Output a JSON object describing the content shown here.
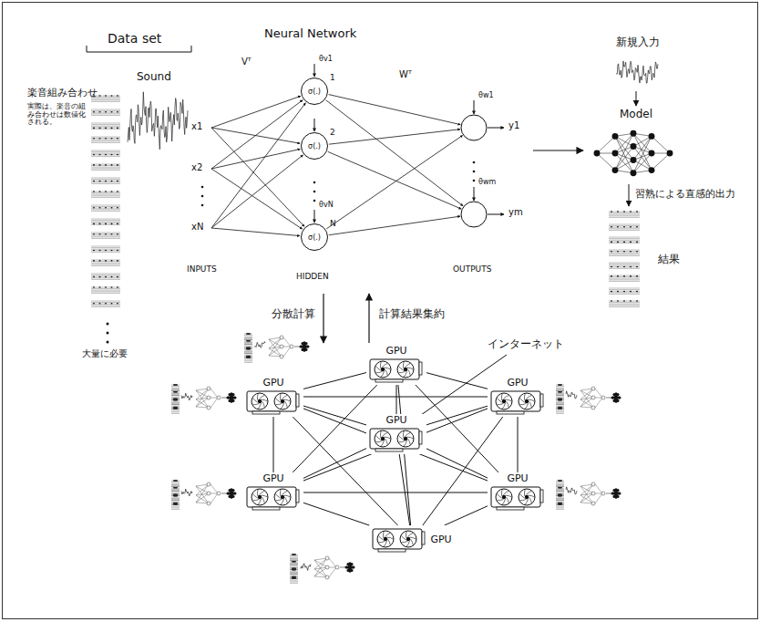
{
  "diagram": {
    "nodes": [
      {
        "text": [
          "σ(.)",
          "1"
        ]
      },
      {
        "text": [
          "σ(.)",
          "2"
        ]
      },
      {
        "text": [
          "σ(.)",
          "N"
        ]
      },
      {
        "text": [
          "GPU"
        ]
      },
      {
        "text": [
          "GPU"
        ]
      },
      {
        "text": [
          "GPU"
        ]
      },
      {
        "text": [
          "GPU"
        ]
      },
      {
        "text": [
          "GPU"
        ]
      },
      {
        "text": [
          "GPU"
        ]
      },
      {
        "text": [
          "GPU"
        ]
      }
    ],
    "edges": [
      {
        "from": 3,
        "to": 4,
        "arrow": "none"
      },
      {
        "from": 3,
        "to": 5,
        "arrow": "none"
      },
      {
        "from": 3,
        "to": 6,
        "arrow": "none"
      },
      {
        "from": 3,
        "to": 7,
        "arrow": "none"
      },
      {
        "from": 3,
        "to": 8,
        "arrow": "none"
      },
      {
        "from": 3,
        "to": 9,
        "arrow": "none"
      },
      {
        "from": 4,
        "to": 5,
        "arrow": "none"
      },
      {
        "from": 4,
        "to": 6,
        "arrow": "none"
      },
      {
        "from": 4,
        "to": 7,
        "arrow": "none"
      },
      {
        "from": 4,
        "to": 8,
        "arrow": "none"
      },
      {
        "from": 4,
        "to": 9,
        "arrow": "none"
      },
      {
        "from": 5,
        "to": 6,
        "arrow": "none"
      },
      {
        "from": 5,
        "to": 7,
        "arrow": "none"
      },
      {
        "from": 5,
        "to": 8,
        "arrow": "none"
      },
      {
        "from": 5,
        "to": 9,
        "arrow": "none"
      },
      {
        "from": 6,
        "to": 7,
        "arrow": "none"
      },
      {
        "from": 6,
        "to": 8,
        "arrow": "none"
      },
      {
        "from": 6,
        "to": 9,
        "arrow": "none"
      },
      {
        "from": 7,
        "to": 8,
        "arrow": "none"
      },
      {
        "from": 7,
        "to": 9,
        "arrow": "none"
      },
      {
        "from": 8,
        "to": 9,
        "arrow": "none"
      }
    ],
    "labels": [
      "Data set",
      "楽音組み合わせ",
      "実際は、楽音の組み合わせは数値化される。",
      "Sound",
      "大量に必要",
      "Neural Network",
      "x1",
      "x2",
      "xN",
      "INPUTS",
      "HIDDEN",
      "OUTPUTS",
      "y1",
      "ym",
      "Vᵀ",
      "Wᵀ",
      "θv1",
      "θvN",
      "θw1",
      "θwm",
      "新規入力",
      "Model",
      "習熟による直感的出力",
      "結果",
      "分散計算",
      "計算結果集約",
      "インターネット"
    ]
  }
}
